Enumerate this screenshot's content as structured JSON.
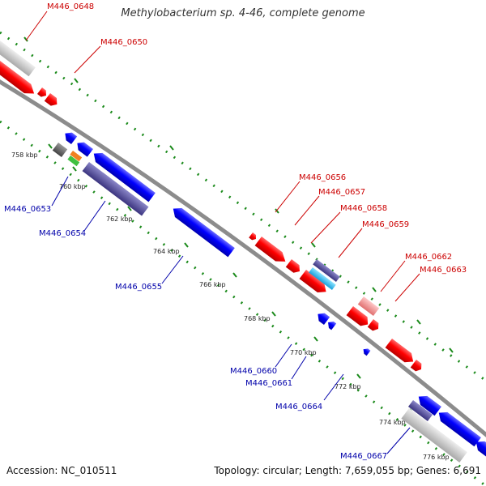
{
  "title": "Methylobacterium sp. 4-46, complete genome",
  "footer": {
    "accession": "Accession: NC_010511",
    "stats": "Topology: circular; Length: 7,659,055 bp; Genes: 6,691"
  },
  "colors": {
    "backbone": "#8c8c8c",
    "forward_gene": "#ff0000",
    "reverse_gene": "#0000ff",
    "forward_label": "#cc0000",
    "reverse_label": "#0000aa",
    "tick_dots": "#1a8a1a"
  },
  "ticks": [
    "758 kbp",
    "760 kbp",
    "762 kbp",
    "764 kbp",
    "766 kbp",
    "768 kbp",
    "770 kbp",
    "772 kbp",
    "774 kbp",
    "776 kbp"
  ],
  "labels_forward": [
    "M446_0648",
    "M446_0650",
    "M446_0656",
    "M446_0657",
    "M446_0658",
    "M446_0659",
    "M446_0662",
    "M446_0663"
  ],
  "labels_reverse": [
    "M446_0653",
    "M446_0654",
    "M446_0655",
    "M446_0660",
    "M446_0661",
    "M446_0664",
    "M446_0667"
  ]
}
